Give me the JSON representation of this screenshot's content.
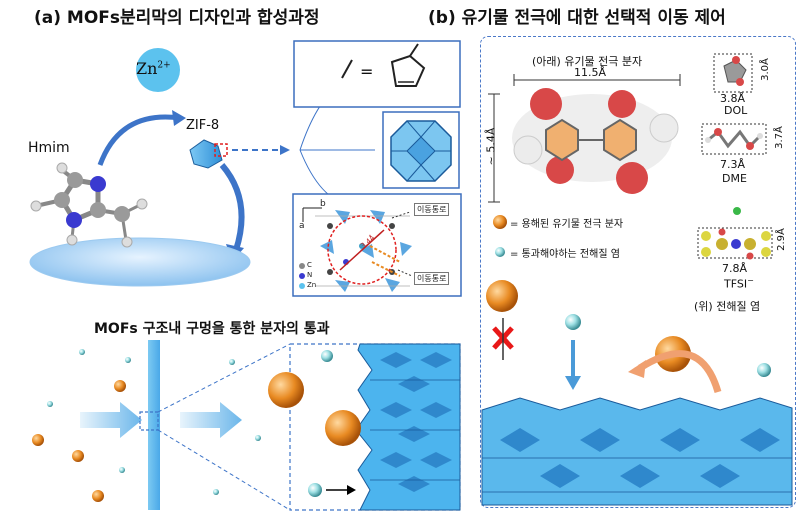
{
  "panel_a": {
    "title": "(a) MOFs분리막의 디자인과 합성과정",
    "ion_label": "Zn",
    "ion_charge": "2+",
    "hmim_label": "Hmim",
    "zif_label": "ZIF-8",
    "equals": "=",
    "axis_b": "b",
    "axis_a": "a",
    "channel_top": "이동통로",
    "channel_bottom": "이동통로",
    "pore_size": "3.4Å",
    "legend_c": "C",
    "legend_n": "N",
    "legend_zn": "Zn",
    "bottom_title": "MOFs 구조내 구멍을 통한 분자의 통과"
  },
  "panel_b": {
    "title": "(b) 유기물 전극에 대한 선택적 이동 제어",
    "molecule_title": "(아래) 유기물 전극 분자",
    "mol_width": "11.5Å",
    "mol_height": "~ 5.4Å",
    "dol_w": "3.8Å",
    "dol_h": "3.0Å",
    "dol_name": "DOL",
    "dme_w": "7.3Å",
    "dme_h": "3.7Å",
    "dme_name": "DME",
    "tfsi_w": "7.8Å",
    "tfsi_h": "2.9Å",
    "tfsi_name": "TFSI",
    "tfsi_charge": "−",
    "legend_orange": "= 용해된 유기물 전극 분자",
    "legend_cyan": "= 통과해야하는 전해질 염",
    "electrolyte_label": "(위) 전해질 염"
  },
  "colors": {
    "accent_blue": "#4a78c8",
    "membrane_blue": "#5ab4ec",
    "orange": "#e8902a",
    "cyan_ball": "#7fd0d8",
    "red_x": "#e81818"
  }
}
